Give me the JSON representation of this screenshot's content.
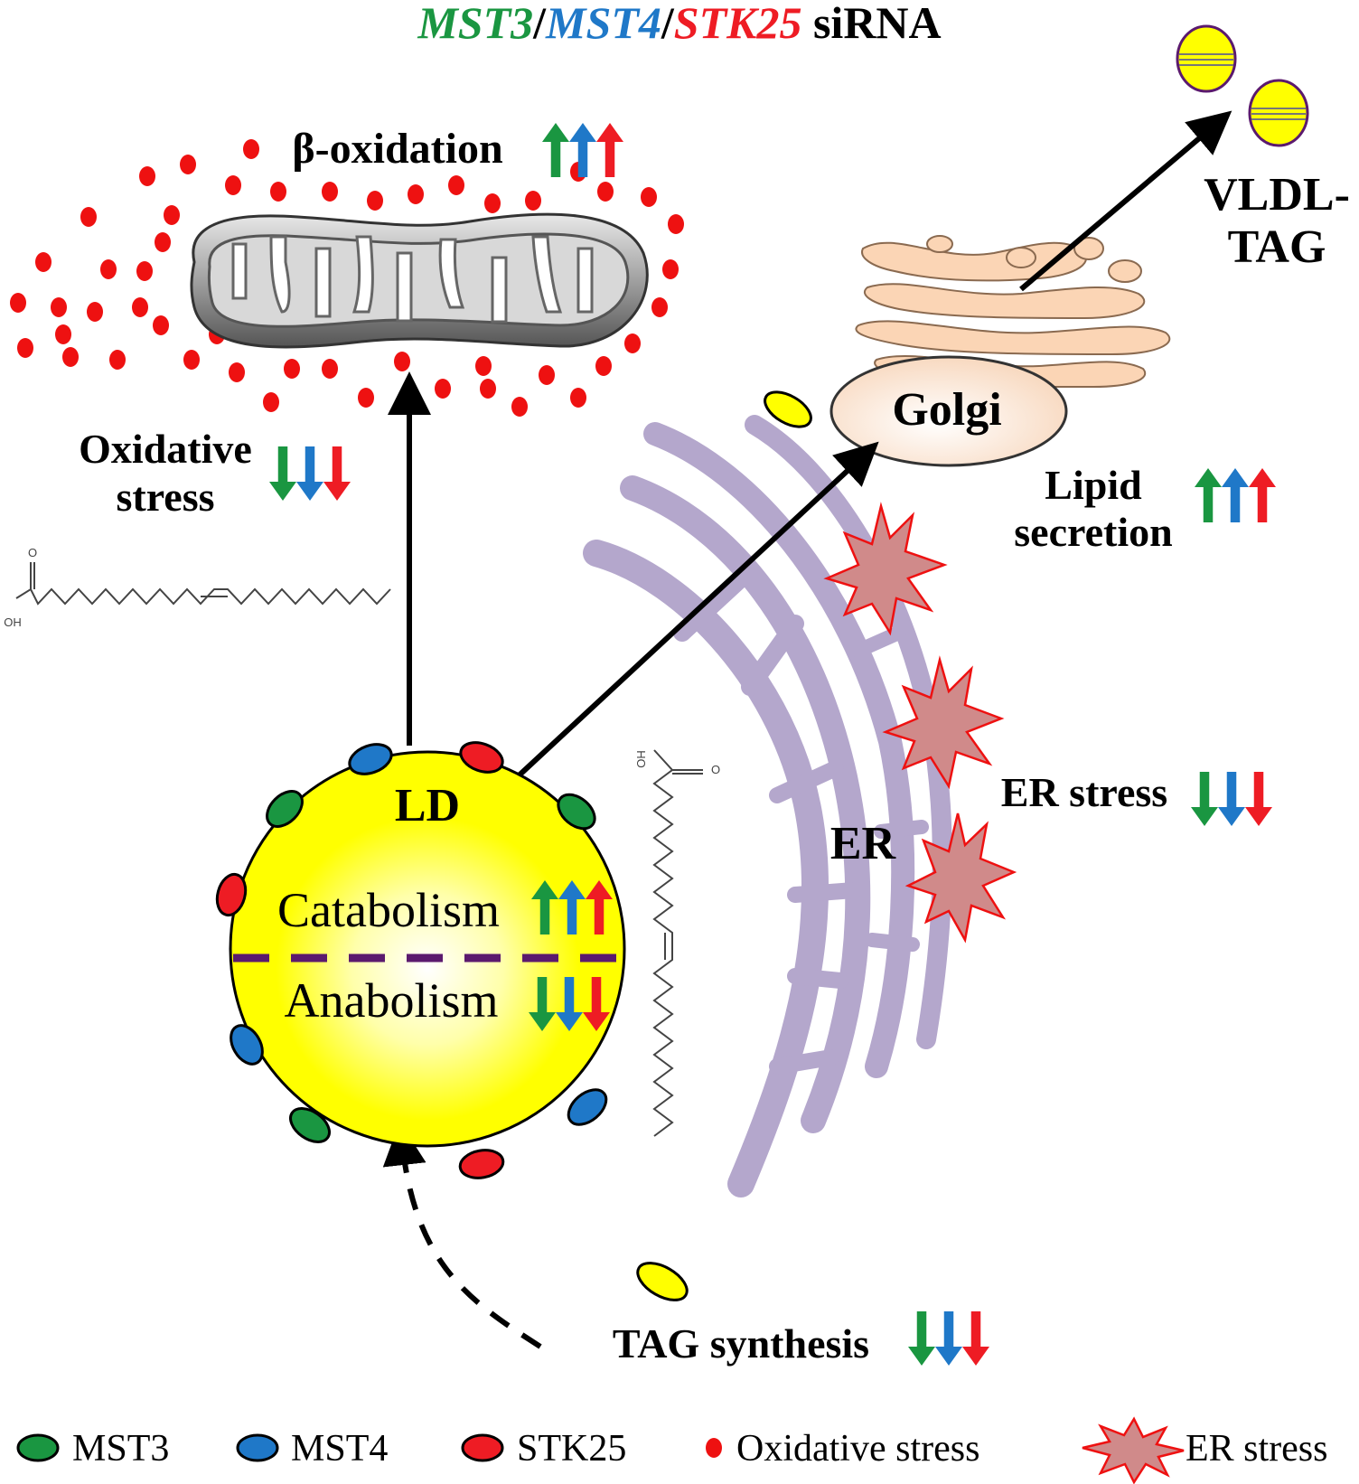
{
  "title": {
    "mst3": "MST3",
    "sep1": "/",
    "mst4": "MST4",
    "sep2": "/",
    "stk25": "STK25",
    "suffix": " siRNA"
  },
  "labels": {
    "beta_oxidation": "β-oxidation",
    "oxidative_stress_line1": "Oxidative",
    "oxidative_stress_line2": "stress",
    "vldl_line1": "VLDL-",
    "vldl_line2": "TAG",
    "golgi": "Golgi",
    "lipid_secretion_line1": "Lipid",
    "lipid_secretion_line2": "secretion",
    "er_stress": "ER stress",
    "er": "ER",
    "ld": "LD",
    "catabolism": "Catabolism",
    "anabolism": "Anabolism",
    "tag_synthesis": "TAG synthesis",
    "oleic_oh_top": "OH",
    "oleic_o_top": "O",
    "oleic_oh_side": "OH",
    "oleic_o_side": "O"
  },
  "legend": {
    "mst3": "MST3",
    "mst4": "MST4",
    "stk25": "STK25",
    "oxidative_stress": "Oxidative stress",
    "er_stress": "ER stress"
  },
  "colors": {
    "mst3": "#1a9641",
    "mst4": "#1f78c8",
    "stk25": "#ee1c24",
    "ros_dot": "#ee1111",
    "ld_yellow": "#ffff00",
    "er_purple": "#b4a7cc",
    "golgi_tan": "#fbd5b5",
    "dashed_divider": "#5b1a6e"
  }
}
